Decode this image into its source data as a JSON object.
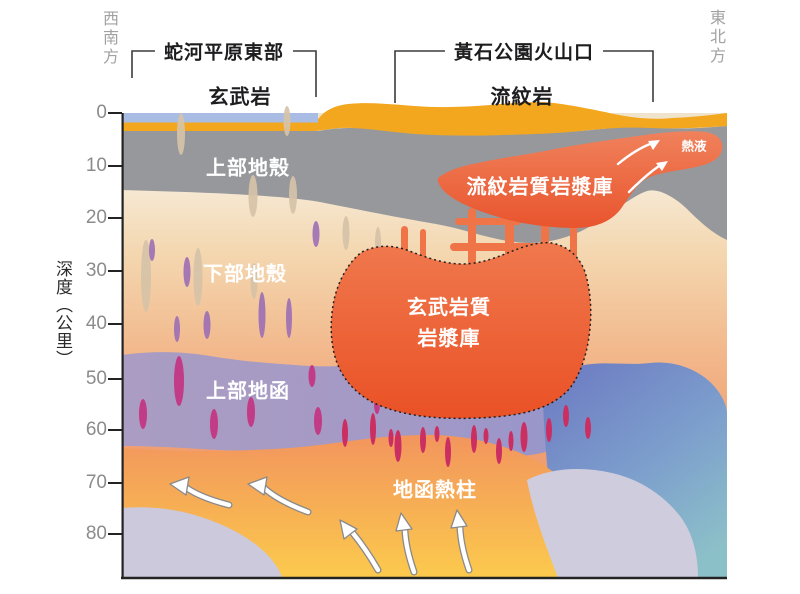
{
  "diagram": {
    "title_context": "Yellowstone volcanic system cross-section",
    "compass": {
      "left": "西南方",
      "right": "東北方"
    },
    "axis": {
      "label": "深度（公里）",
      "ticks": [
        "0",
        "10",
        "20",
        "30",
        "40",
        "50",
        "60",
        "70",
        "80"
      ]
    },
    "regions": [
      {
        "bracket": "蛇河平原東部",
        "surface_rock": "玄武岩"
      },
      {
        "bracket": "黃石公園火山口",
        "surface_rock": "流紋岩"
      }
    ],
    "layers": {
      "upper_crust": "上部地殼",
      "lower_crust": "下部地殼",
      "upper_mantle": "上部地函"
    },
    "features": {
      "rhyolitic_magma_reservoir": "流紋岩質岩漿庫",
      "basaltic_magma_reservoir_line1": "玄武岩質",
      "basaltic_magma_reservoir_line2": "岩漿庫",
      "mantle_plume": "地函熱柱",
      "hydrothermal_fluid": "熱液"
    },
    "colors": {
      "basalt_surface_layer": "#a9bce4",
      "surface_gold": "#f2a71f",
      "upper_crust_grey": "#97989c",
      "lower_crust_top": "#f6ead6",
      "lower_crust_bottom": "#ee8d60",
      "upper_mantle_purple": "#a89ac3",
      "magma_red": "#ea5228",
      "plume_yellow": "#fcca4d",
      "deep_mantle_blue": "#6d7bc2",
      "cool_lithosphere_grey": "#cbc9db",
      "dike_tan": "#d6c3a8",
      "dike_purple": "#9d6fb5",
      "dike_magenta": "#c23b86"
    }
  }
}
